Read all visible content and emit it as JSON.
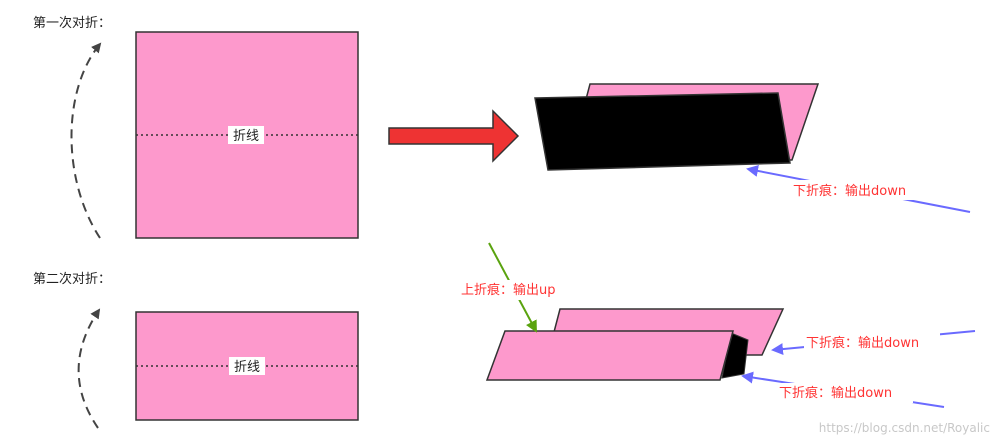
{
  "steps": [
    {
      "title": "第一次对折：",
      "crease_label": "折线"
    },
    {
      "title": "第二次对折：",
      "crease_label": "折线"
    }
  ],
  "annotations": {
    "first_down": "下折痕：输出down",
    "second_up": "上折痕：输出up",
    "second_down_a": "下折痕：输出down",
    "second_down_b": "下折痕：输出down"
  },
  "watermark": "https://blog.csdn.net/Royalic",
  "colors": {
    "paper": "#fd99cc",
    "paper_stroke": "#333333",
    "folded_back": "#000000",
    "arrow_red": "#ee3333",
    "annot_red": "#ff3333",
    "pointer_blue": "#6a6aff",
    "pointer_green": "#5aa30f",
    "dashed_arrow": "#444444"
  }
}
